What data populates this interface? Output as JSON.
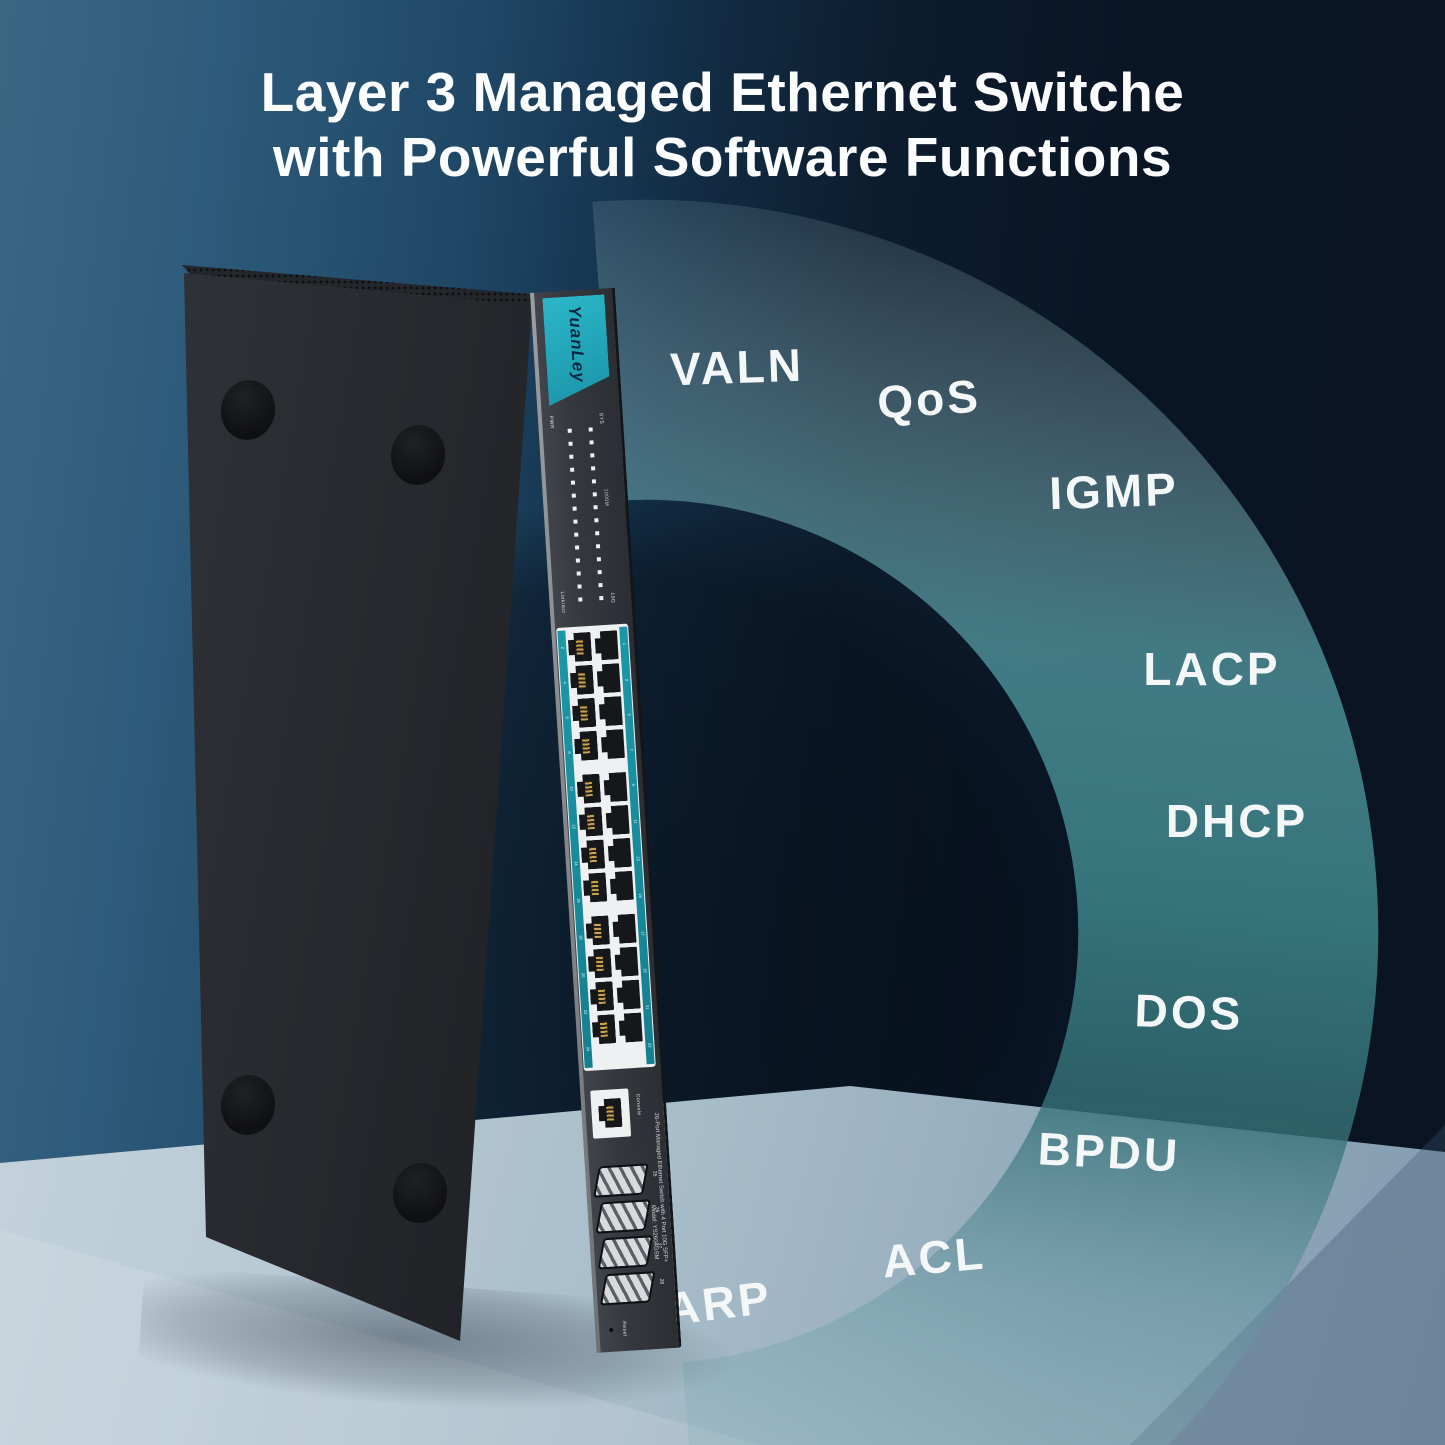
{
  "title": {
    "line1": "Layer 3 Managed Ethernet Switche",
    "line2": "with Powerful Software Functions"
  },
  "features": [
    {
      "label": "VALN"
    },
    {
      "label": "QoS"
    },
    {
      "label": "IGMP"
    },
    {
      "label": "LACP"
    },
    {
      "label": "DHCP"
    },
    {
      "label": "DOS"
    },
    {
      "label": "BPDU"
    },
    {
      "label": "ACL"
    },
    {
      "label": "ARP"
    }
  ],
  "device": {
    "brand": "YuanLey",
    "panel": {
      "pwr_label": "PWR",
      "sys_label": "SYS",
      "speed_label": "1000M",
      "link_label": "Link/Act",
      "tengig_label": "10G",
      "console_label": "Console",
      "reset_label": "Reset"
    },
    "ports": {
      "rj45_left_numbers": [
        2,
        4,
        6,
        8,
        10,
        12,
        14,
        16,
        18,
        20,
        22,
        24
      ],
      "rj45_right_numbers": [
        1,
        3,
        5,
        7,
        9,
        11,
        13,
        15,
        17,
        19,
        21,
        23
      ],
      "sfp_numbers": [
        25,
        26,
        27,
        28
      ]
    },
    "side_text": "26-Port Managed Ethernet Switch with 4 Port 10G SFP+",
    "model_text": "Model: YS2604GSM"
  },
  "colors": {
    "accent_teal": "#1fa3b5",
    "ring_teal": "#3c7d83",
    "wall_light": "#33617e",
    "wall_dark": "#0b1a2a",
    "floor": "#b7c9d4",
    "label_text": "#f4f7f8"
  }
}
